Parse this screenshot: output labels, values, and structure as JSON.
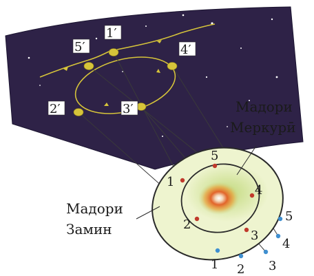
{
  "labels": {
    "mercury_orbit_line1": "Мадори",
    "mercury_orbit_line2": "Меркурӣ",
    "earth_orbit_line1": "Мадори",
    "earth_orbit_line2": "Замин"
  },
  "projected_positions": [
    "1′",
    "2′",
    "3′",
    "4′",
    "5′"
  ],
  "earth_positions": [
    "1",
    "2",
    "3",
    "4",
    "5"
  ],
  "mercury_positions": [
    "1",
    "2",
    "3",
    "4",
    "5"
  ],
  "colors": {
    "sky": "#2e2247",
    "sky_edge": "#221a38",
    "apparent_path": "#d6c43a",
    "earth_orbit_fill": "#eef4cf",
    "sun": "#d84a1c",
    "earth_marker": "#3f8fd0",
    "mercury_marker": "#c0392b",
    "sight_lines": "#3a3a3a"
  }
}
